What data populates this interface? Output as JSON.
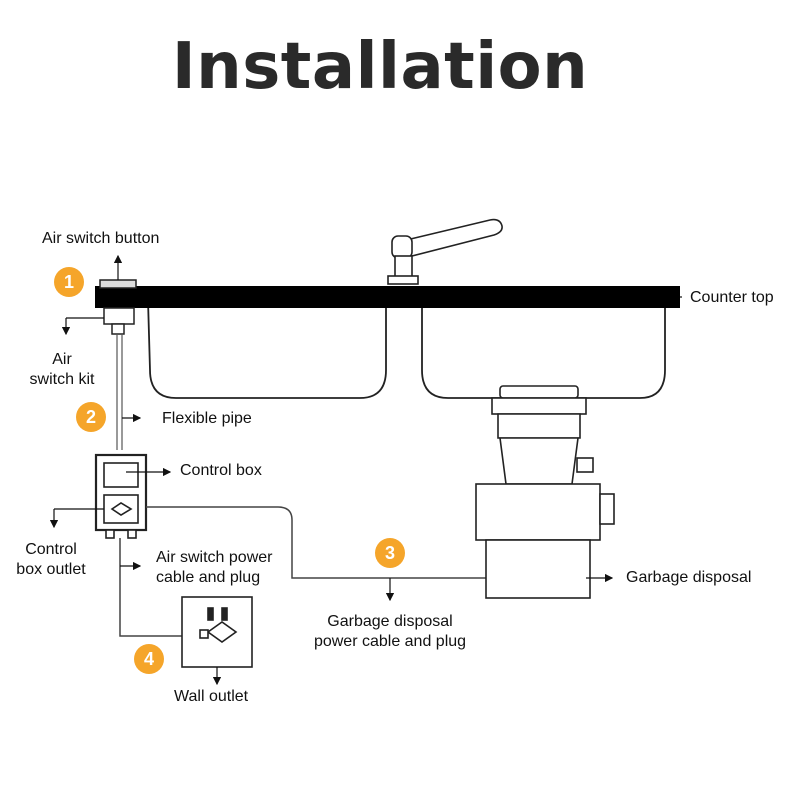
{
  "title": "Installation",
  "accent_color": "#f5a52a",
  "steps": [
    "1",
    "2",
    "3",
    "4"
  ],
  "labels": {
    "air_switch_button": "Air switch button",
    "counter_top": "Counter top",
    "air_switch_kit_line1": "Air",
    "air_switch_kit_line2": "switch kit",
    "flexible_pipe": "Flexible pipe",
    "control_box": "Control box",
    "control_box_outlet_line1": "Control",
    "control_box_outlet_line2": "box outlet",
    "air_switch_power_line1": "Air switch power",
    "air_switch_power_line2": "cable and plug",
    "garbage_disposal": "Garbage disposal",
    "gd_power_line1": "Garbage disposal",
    "gd_power_line2": "power cable and plug",
    "wall_outlet": "Wall outlet"
  }
}
